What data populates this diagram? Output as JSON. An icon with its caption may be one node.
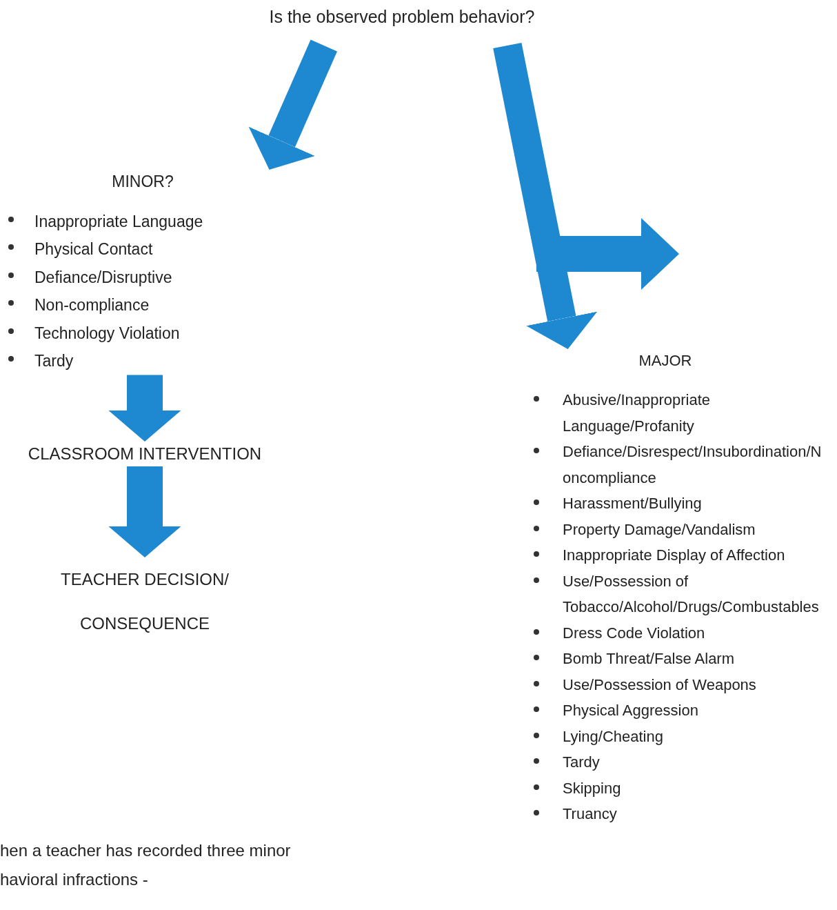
{
  "diagram": {
    "nodes": [
      {
        "text": [
          "Is the observed problem behavior?"
        ]
      },
      {
        "text": [
          "MINOR?",
          "Inappropriate Language",
          "Physical Contact",
          "Defiance/Disruptive",
          "Non-compliance",
          "Technology Violation",
          "Tardy"
        ]
      },
      {
        "text": [
          "MAJOR",
          "Abusive/Inappropriate Language/Profanity",
          "Defiance/Disrespect/Insubordination/Noncompliance",
          "Harassment/Bullying",
          "Property Damage/Vandalism",
          "Inappropriate Display of Affection",
          "Use/Possession of Tobacco/Alcohol/Drugs/Combustables",
          "Dress Code Violation",
          "Bomb Threat/False Alarm",
          "Use/Possession of Weapons",
          "Physical Aggression",
          "Lying/Cheating",
          "Tardy",
          "Skipping",
          "Truancy"
        ]
      },
      {
        "text": [
          "CLASSROOM INTERVENTION"
        ]
      },
      {
        "text": [
          "TEACHER DECISION/ CONSEQUENCE"
        ]
      },
      {
        "text": [
          "hen a teacher has recorded three minor havioral infractions -"
        ]
      }
    ],
    "edges": [
      {
        "from": 0,
        "to": 1,
        "arrow": "to"
      },
      {
        "from": 0,
        "to": 2,
        "arrow": "to"
      },
      {
        "from": 1,
        "to": 3,
        "arrow": "to"
      },
      {
        "from": 3,
        "to": 4,
        "arrow": "to"
      }
    ]
  }
}
